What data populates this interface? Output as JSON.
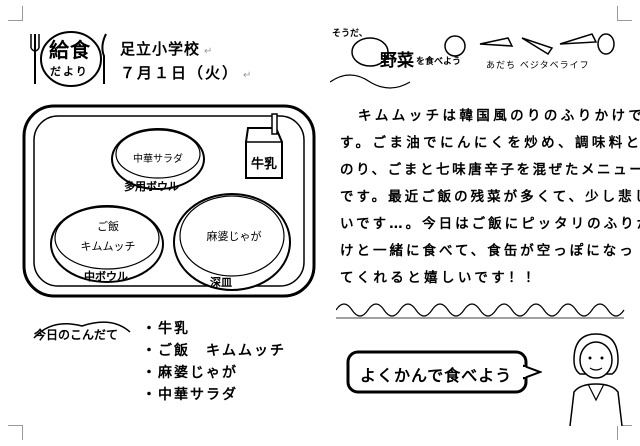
{
  "header": {
    "logo_title": "給食",
    "logo_sub": "だより",
    "school": "足立小学校",
    "date": "７月１日（火）"
  },
  "tray": {
    "drink": "牛乳",
    "small_bowl_item": "中華サラダ",
    "small_bowl_label": "多用ボウル",
    "middle_bowl_item1": "ご飯",
    "middle_bowl_item2": "キムムッチ",
    "middle_bowl_label": "中ボウル",
    "plate_item": "麻婆じゃが",
    "plate_label": "深皿"
  },
  "menu": {
    "heading": "今日のこんだて",
    "items": [
      "・牛乳",
      "・ご飯　キムムッチ",
      "・麻婆じゃが",
      "・中華サラダ"
    ]
  },
  "vegetable_header": {
    "prefix": "そうだ、",
    "title": "野菜",
    "suffix": "を食べよう",
    "subtitle": "あだち ベジタベライフ"
  },
  "article": {
    "lines": [
      "キムムッチは韓国風のりのふりかけで",
      "す。ごま油でにんにくを炒め、調味料と",
      "のり、ごまと七味唐辛子を混ぜたメニュー",
      "です。最近ご飯の残菜が多くて、少し悲し",
      "いです…。今日はご飯にピッタリのふりか",
      "けと一緒に食べて、食缶が空っぽになっ",
      "てくれると嬉しいです！！"
    ]
  },
  "bubble": {
    "text": "よくかんで食べよう"
  },
  "colors": {
    "ink": "#000000",
    "paper": "#ffffff",
    "mark": "#999999"
  }
}
